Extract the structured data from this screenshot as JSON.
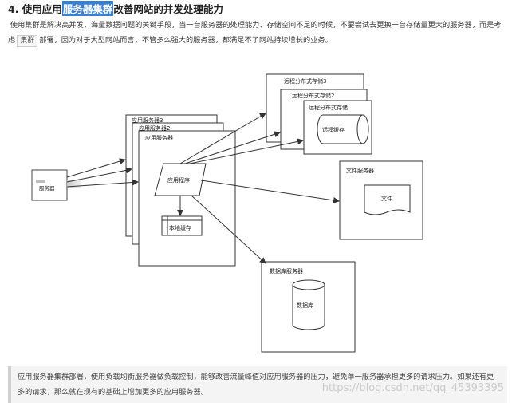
{
  "heading": {
    "prefix": "4. 使用应用",
    "highlight": "服务器集群",
    "suffix": "改善网站的并发处理能力"
  },
  "intro": {
    "part1": "使用集群是解决高并发，海量数据问题的关键手段，当一台服务器的处理能力、存储空间不足的时候，不要尝试去更换一台存储量更大的服务器，而是考虑",
    "code": "集群",
    "part2": "部署，因为对于大型网站而言，不管多么强大的服务器，都满足不了网站持续增长的业务。"
  },
  "diagram": {
    "lb_label": "服务器",
    "app_stack": [
      "应用服务器3",
      "应用服务器2",
      "应用服务器"
    ],
    "app_program": "应用程序",
    "local_cache": "本地缓存",
    "remote_stack": [
      "远程分布式存储3",
      "远程分布式存储2",
      "远程分布式存储"
    ],
    "remote_cache": "远程缓存",
    "file_server": "文件服务器",
    "file_label": "文件",
    "db_server": "数据库服务器",
    "db_label": "数据库"
  },
  "note": {
    "text": "应用服务器集群部署，使用负载均衡服务器做负载控制，能够改善流量峰值对应用服务器的压力，避免单一服务器承担更多的请求压力。如果还有更多的请求，那么就在现有的基础上增加更多的应用服务器。"
  },
  "watermark": "https://blog.csdn.net/qq_45393395",
  "colors": {
    "highlight": "#3b7fd1",
    "text": "#333333"
  }
}
